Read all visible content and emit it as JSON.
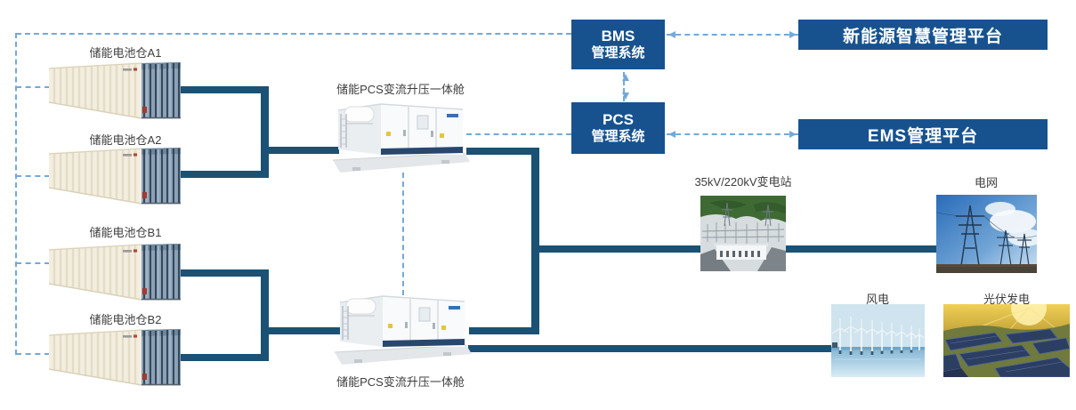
{
  "colors": {
    "box_blue": "#17528f",
    "power_line": "#1b5174",
    "control_dash": "#74a9d6",
    "label_text": "#3d3d3d"
  },
  "batteries": [
    {
      "label": "储能电池仓A1"
    },
    {
      "label": "储能电池仓A2"
    },
    {
      "label": "储能电池仓B1"
    },
    {
      "label": "储能电池仓B2"
    }
  ],
  "pcs_cabins": {
    "upper": {
      "label": "储能PCS变流升压一体舱"
    },
    "lower": {
      "label": "储能PCS变流升压一体舱"
    }
  },
  "control_systems": {
    "bms": {
      "line1": "BMS",
      "line2": "管理系统"
    },
    "pcs": {
      "line1": "PCS",
      "line2": "管理系统"
    }
  },
  "platforms": {
    "renewable": {
      "label": "新能源智慧管理平台"
    },
    "ems": {
      "label": "EMS管理平台"
    }
  },
  "sites": {
    "substation": {
      "label": "35kV/220kV变电站"
    },
    "grid": {
      "label": "电网"
    },
    "wind": {
      "label": "风电"
    },
    "solar": {
      "label": "光伏发电"
    }
  }
}
